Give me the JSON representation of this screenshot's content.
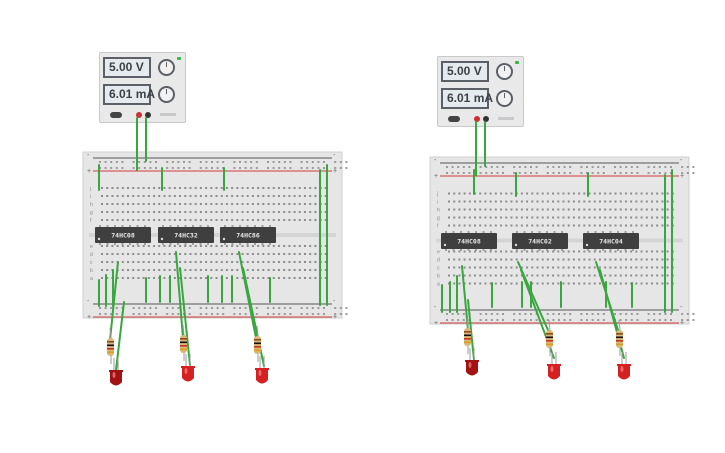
{
  "circuit_left": {
    "power_supply": {
      "voltage": "5.00 V",
      "current": "6.01 mA"
    },
    "chips": [
      "74HC08",
      "74HC32",
      "74HC86"
    ],
    "breadboard": {
      "rail_minus": "-",
      "rail_plus": "+",
      "row_letters_top": [
        "j",
        "i",
        "h",
        "g",
        "f"
      ],
      "row_letters_bottom": [
        "e",
        "d",
        "c",
        "b",
        "a"
      ]
    },
    "leds": [
      {
        "color": "#a31212"
      },
      {
        "color": "#d42020"
      },
      {
        "color": "#d42020"
      }
    ]
  },
  "circuit_right": {
    "power_supply": {
      "voltage": "5.00 V",
      "current": "6.01 mA"
    },
    "chips": [
      "74HC08",
      "74HC02",
      "74HC04"
    ],
    "breadboard": {
      "rail_minus": "-",
      "rail_plus": "+",
      "row_letters_top": [
        "j",
        "i",
        "h",
        "g",
        "f"
      ],
      "row_letters_bottom": [
        "e",
        "d",
        "c",
        "b",
        "a"
      ]
    },
    "leds": [
      {
        "color": "#a31212"
      },
      {
        "color": "#d42020"
      },
      {
        "color": "#d42020"
      }
    ]
  },
  "colors": {
    "wire": "#3aa640",
    "rail_red": "#d23a3a",
    "rail_blue": "#3a6ed2",
    "board": "#e6e6e6",
    "chip": "#3f3f3f"
  }
}
